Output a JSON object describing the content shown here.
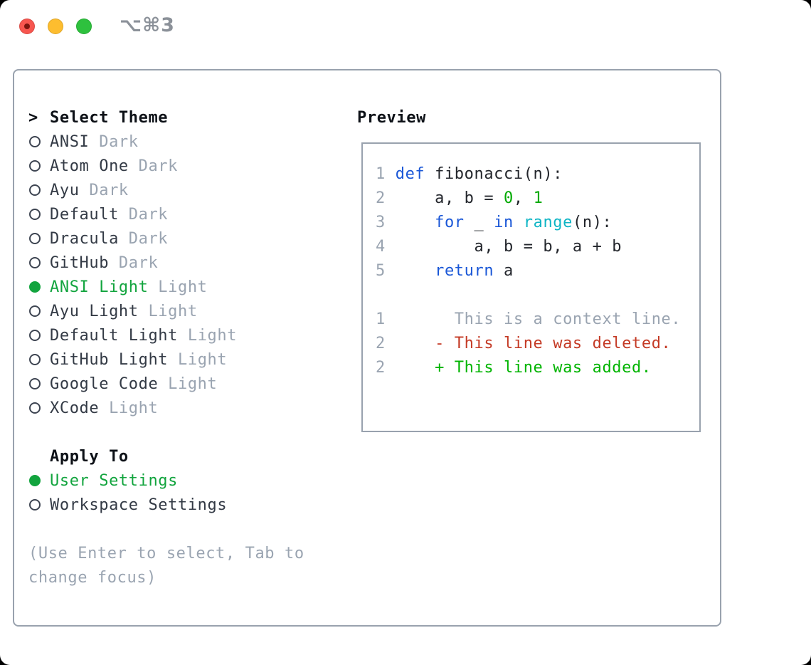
{
  "window": {
    "shortcut": "⌥⌘3",
    "traffic_lights": [
      "close",
      "minimize",
      "zoom"
    ]
  },
  "colors": {
    "accent_green": "#12a43e",
    "keyword_blue": "#1a57d7",
    "function_cyan": "#0fb5c5",
    "number_green": "#00a900",
    "deleted_red": "#c43a25",
    "added_green": "#00b400",
    "muted_gray": "#9aa4b1",
    "border_gray": "#99a2ae"
  },
  "left_panel": {
    "title_prefix": ">",
    "title": "Select Theme",
    "themes": [
      {
        "name": "ANSI",
        "tag": "Dark",
        "selected": false
      },
      {
        "name": "Atom One",
        "tag": "Dark",
        "selected": false
      },
      {
        "name": "Ayu",
        "tag": "Dark",
        "selected": false
      },
      {
        "name": "Default",
        "tag": "Dark",
        "selected": false
      },
      {
        "name": "Dracula",
        "tag": "Dark",
        "selected": false
      },
      {
        "name": "GitHub",
        "tag": "Dark",
        "selected": false
      },
      {
        "name": "ANSI Light",
        "tag": "Light",
        "selected": true
      },
      {
        "name": "Ayu Light",
        "tag": "Light",
        "selected": false
      },
      {
        "name": "Default Light",
        "tag": "Light",
        "selected": false
      },
      {
        "name": "GitHub Light",
        "tag": "Light",
        "selected": false
      },
      {
        "name": "Google Code",
        "tag": "Light",
        "selected": false
      },
      {
        "name": "XCode",
        "tag": "Light",
        "selected": false
      }
    ],
    "apply_to": {
      "title": "Apply To",
      "options": [
        {
          "name": "User Settings",
          "selected": true
        },
        {
          "name": "Workspace Settings",
          "selected": false
        }
      ]
    },
    "help_line1": "(Use Enter to select, Tab to",
    "help_line2": "change focus)"
  },
  "preview": {
    "title": "Preview",
    "lines": [
      {
        "num": "1",
        "tokens": [
          [
            "def",
            "kw"
          ],
          [
            " fibonacci(n):",
            "plain"
          ]
        ]
      },
      {
        "num": "2",
        "tokens": [
          [
            "    a, b = ",
            "plain"
          ],
          [
            "0",
            "num"
          ],
          [
            ", ",
            "plain"
          ],
          [
            "1",
            "num"
          ]
        ]
      },
      {
        "num": "3",
        "tokens": [
          [
            "    ",
            "plain"
          ],
          [
            "for",
            "kw"
          ],
          [
            " _ ",
            "plain"
          ],
          [
            "in",
            "kw"
          ],
          [
            " ",
            "plain"
          ],
          [
            "range",
            "fn"
          ],
          [
            "(n):",
            "plain"
          ]
        ]
      },
      {
        "num": "4",
        "tokens": [
          [
            "        a, b = b, a + b",
            "plain"
          ]
        ]
      },
      {
        "num": "5",
        "tokens": [
          [
            "    ",
            "plain"
          ],
          [
            "return",
            "kw"
          ],
          [
            " a",
            "plain"
          ]
        ]
      },
      {
        "num": "",
        "tokens": []
      },
      {
        "num": "1",
        "tokens": [
          [
            "      This is a context line.",
            "gray"
          ]
        ]
      },
      {
        "num": "2",
        "tokens": [
          [
            "    - This line was deleted.",
            "red"
          ]
        ]
      },
      {
        "num": "2",
        "tokens": [
          [
            "    + This line was added.",
            "green"
          ]
        ]
      }
    ]
  }
}
